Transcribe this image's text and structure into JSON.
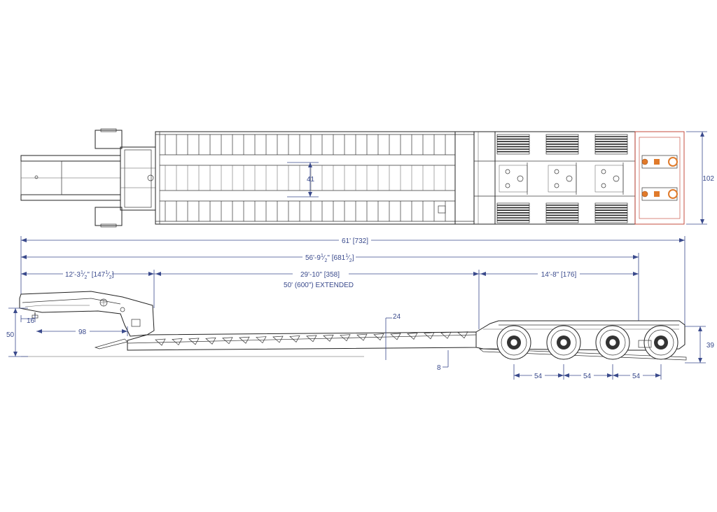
{
  "colors": {
    "dimension": "#3a4a8c",
    "linework": "#222222",
    "tail_light_orange": "#e07a2a",
    "tail_outline_red": "#c0392b"
  },
  "dimensions": {
    "top_view_width": "102",
    "deck_width": "41",
    "overall_length": "61' [732]",
    "length_without_gooseneck_a": "56'-9",
    "length_without_gooseneck_b": "\" [681",
    "length_without_gooseneck_c": "]",
    "gooseneck_length_a": "12'-3",
    "gooseneck_length_b": "\" [147",
    "gooseneck_length_c": "]",
    "fraction_num": "1",
    "fraction_den": "2",
    "well_length": "29'-10\" [358]",
    "extended_note": "50' (600\") EXTENDED",
    "rear_section_length": "14'-8\" [176]",
    "gooseneck_height": "50",
    "kingpin_offset": "16",
    "swing_clearance": "98",
    "deck_height": "24",
    "ground_clearance": "8",
    "rear_deck_height": "39",
    "axle_spacing_1": "54",
    "axle_spacing_2": "54",
    "axle_spacing_3": "54"
  }
}
